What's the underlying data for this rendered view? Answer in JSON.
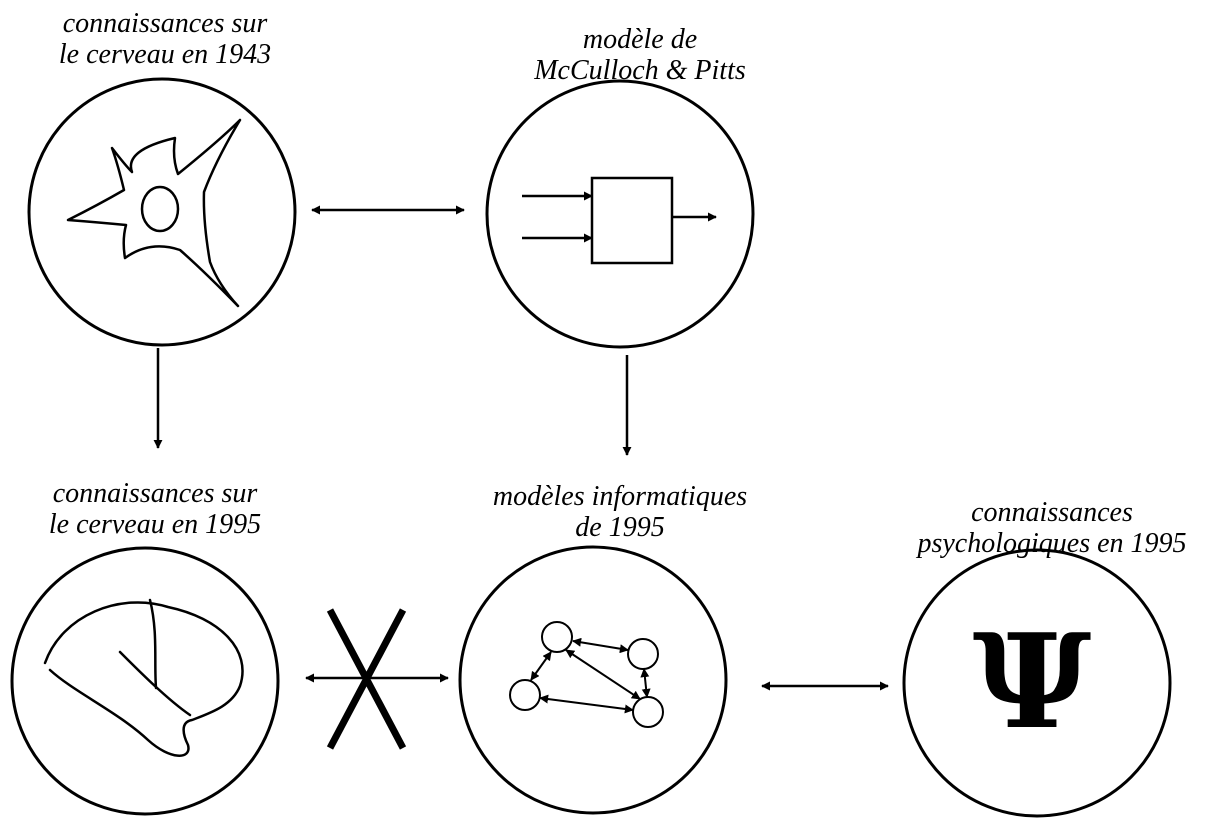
{
  "nodes": {
    "brain_1943": {
      "line1": "connaissances sur",
      "line2": "le cerveau en 1943"
    },
    "mcculloch_pitts": {
      "line1": "modèle de",
      "line2": "McCulloch & Pitts"
    },
    "brain_1995": {
      "line1": "connaissances sur",
      "line2": "le cerveau en 1995"
    },
    "computer_models_1995": {
      "line1": "modèles informatiques",
      "line2": "de 1995"
    },
    "psychology_1995": {
      "line1": "connaissances",
      "line2": "psychologiques en 1995",
      "symbol": "Ψ"
    }
  },
  "icons": {
    "brain_1943": "neuron-icon",
    "mcculloch_pitts": "threshold-unit-icon",
    "brain_1995": "brain-icon",
    "computer_models_1995": "network-graph-icon",
    "psychology_1995": "psi-icon"
  },
  "colors": {
    "ink": "#000000",
    "background": "#ffffff"
  }
}
